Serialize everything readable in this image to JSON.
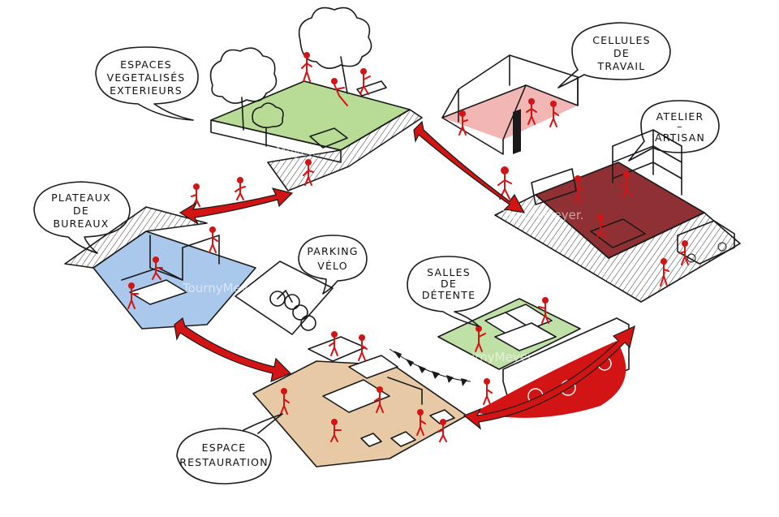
{
  "labels": {
    "espaces_vegetalises": [
      "ESPACES",
      "VEGETALISÉS",
      "EXTERIEURS"
    ],
    "cellules_travail": [
      "CELLULES",
      "DE",
      "TRAVAIL"
    ],
    "atelier_artisan": [
      "ATELIER",
      "–",
      "ARTISAN"
    ],
    "plateaux_bureaux": [
      "PLATEAUX",
      "DE",
      "BUREAUX"
    ],
    "parking_velo": [
      "PARKING",
      "VÉLO"
    ],
    "salles_detente": [
      "SALLES",
      "DE",
      "DÉTENTE"
    ],
    "espace_restauration": [
      "ESPACE",
      "RESTAURATION"
    ]
  },
  "watermark": "TournyMeyer.",
  "colors": {
    "garden_green": "#b8dc96",
    "work_pink": "#f2b6b4",
    "workshop_maroon": "#8e3034",
    "office_blue": "#a9c8ec",
    "bike_purple": "#c5a3d4",
    "lounge_green": "#bfe0a6",
    "restaurant_beige": "#e8c9a6",
    "accent_red": "#d21414"
  }
}
